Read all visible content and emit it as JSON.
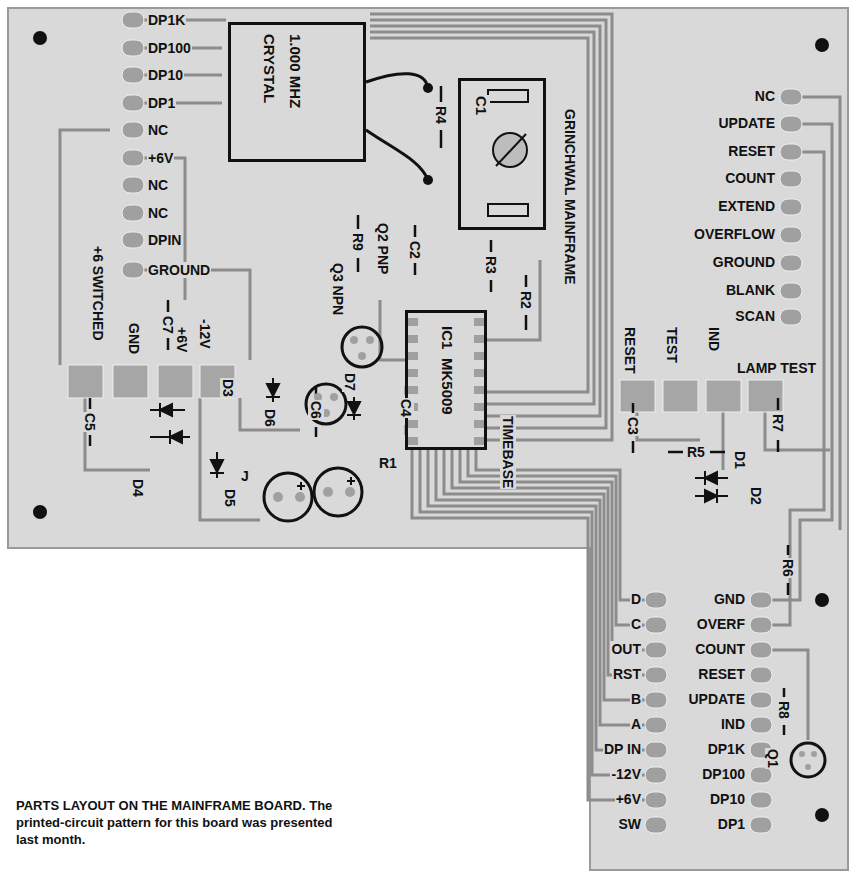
{
  "diagram": {
    "caption": "PARTS LAYOUT ON THE MAINFRAME BOARD. The printed-circuit pattern for this board was presented last month.",
    "nodes": [
      {
        "text": [
          "1.000 MHZ",
          "CRYSTAL"
        ]
      },
      {
        "text": [
          "C1"
        ]
      },
      {
        "text": [
          "IC1",
          "MK5009"
        ]
      }
    ],
    "labels": [
      "DP1K",
      "DP100",
      "DP10",
      "DP1",
      "NC",
      "+6V",
      "NC",
      "NC",
      "DPIN",
      "GROUND",
      "R4",
      "GRINCHWAL MAINFRAME",
      "R9",
      "Q2 PNP",
      "Q3 NPN",
      "C2",
      "R3",
      "R2",
      "C7",
      "+6 SWITCHED",
      "GND",
      "+6V",
      "-12V",
      "D3",
      "D7",
      "D6",
      "C6",
      "C4",
      "TIMEBASE",
      "R1",
      "C5",
      "D4",
      "D5",
      "J",
      "NC",
      "UPDATE",
      "RESET",
      "COUNT",
      "EXTEND",
      "OVERFLOW",
      "GROUND",
      "BLANK",
      "SCAN",
      "RESET",
      "TEST",
      "IND",
      "LAMP TEST",
      "R7",
      "C3",
      "R5",
      "D1",
      "D2",
      "R6",
      "R8",
      "D",
      "C",
      "OUT",
      "RST",
      "B",
      "A",
      "DP IN",
      "-12V",
      "+6V",
      "SW",
      "GND",
      "OVERF",
      "COUNT",
      "RESET",
      "UPDATE",
      "IND",
      "DP1K",
      "DP100",
      "DP10",
      "DP1",
      "Q1"
    ]
  }
}
